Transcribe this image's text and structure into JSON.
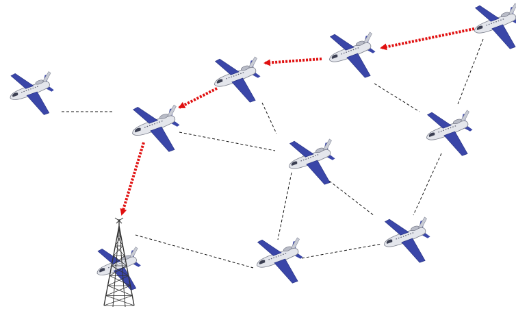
{
  "diagram": {
    "kind": "aircraft ad-hoc relay network",
    "colors": {
      "background": "#ffffff",
      "link_dashed": "#111111",
      "relay_path": "#e01010",
      "aircraft_body": "#e4e6ec",
      "aircraft_wing": "#3a46a8",
      "tower": "#333333"
    },
    "nodes": [
      {
        "id": "plane-a",
        "type": "aircraft",
        "icon": "airplane-icon"
      },
      {
        "id": "plane-b",
        "type": "aircraft",
        "icon": "airplane-icon"
      },
      {
        "id": "plane-c",
        "type": "aircraft",
        "icon": "airplane-icon"
      },
      {
        "id": "plane-d",
        "type": "aircraft",
        "icon": "airplane-icon"
      },
      {
        "id": "plane-e",
        "type": "aircraft",
        "icon": "airplane-icon"
      },
      {
        "id": "plane-f",
        "type": "aircraft",
        "icon": "airplane-icon"
      },
      {
        "id": "plane-g",
        "type": "aircraft",
        "icon": "airplane-icon"
      },
      {
        "id": "plane-h",
        "type": "aircraft",
        "icon": "airplane-icon"
      },
      {
        "id": "plane-i",
        "type": "aircraft",
        "icon": "airplane-icon"
      },
      {
        "id": "plane-j",
        "type": "aircraft",
        "icon": "airplane-icon"
      },
      {
        "id": "ground-tower",
        "type": "ground-station",
        "icon": "radio-tower-icon"
      }
    ],
    "links": [
      {
        "from": "plane-a",
        "to": "plane-b",
        "style": "dashed"
      },
      {
        "from": "plane-b",
        "to": "plane-f",
        "style": "dashed"
      },
      {
        "from": "plane-c",
        "to": "plane-f",
        "style": "dashed"
      },
      {
        "from": "plane-d",
        "to": "plane-g",
        "style": "dashed"
      },
      {
        "from": "plane-e",
        "to": "plane-g",
        "style": "dashed"
      },
      {
        "from": "plane-g",
        "to": "plane-i",
        "style": "dashed"
      },
      {
        "from": "plane-f",
        "to": "plane-j",
        "style": "dashed"
      },
      {
        "from": "plane-f",
        "to": "plane-i",
        "style": "dashed"
      },
      {
        "from": "plane-j",
        "to": "plane-i",
        "style": "dashed"
      },
      {
        "from": "plane-j",
        "to": "ground-tower",
        "style": "dashed"
      }
    ],
    "relay_path": [
      "plane-e",
      "plane-d",
      "plane-c",
      "plane-b",
      "ground-tower"
    ]
  }
}
